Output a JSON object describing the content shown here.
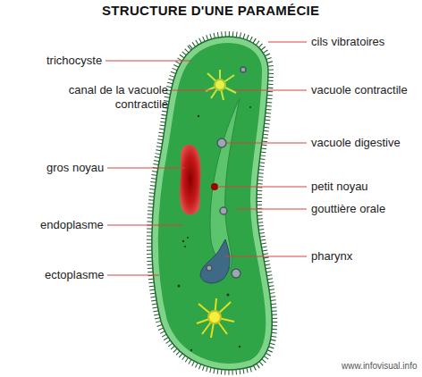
{
  "diagram": {
    "title": "STRUCTURE D'UNE PARAMÉCIE",
    "labels": [
      "cils vibratoires",
      "trichocyste",
      "canal de la vacuole contractile",
      "vacuole contractile",
      "vacuole digestive",
      "gros noyau",
      "petit noyau",
      "gouttière orale",
      "endoplasme",
      "pharynx",
      "ectoplasme",
      "www.infovisual.info"
    ]
  }
}
